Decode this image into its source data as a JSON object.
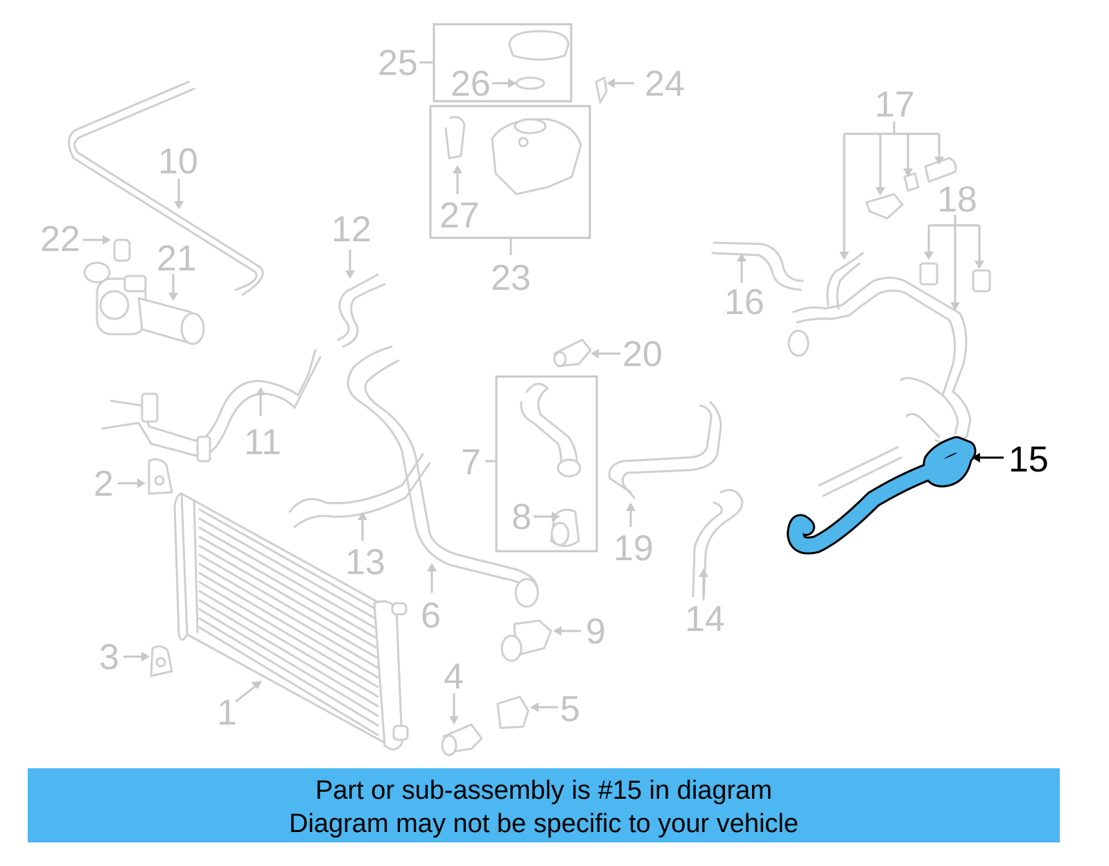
{
  "diagram": {
    "highlight_color": "#4fb6ec",
    "callouts": {
      "c1": "1",
      "c2": "2",
      "c3": "3",
      "c4": "4",
      "c5": "5",
      "c6": "6",
      "c7": "7",
      "c8": "8",
      "c9": "9",
      "c10": "10",
      "c11": "11",
      "c12": "12",
      "c13": "13",
      "c14": "14",
      "c15": "15",
      "c16": "16",
      "c17": "17",
      "c18": "18",
      "c19": "19",
      "c20": "20",
      "c21": "21",
      "c22": "22",
      "c23": "23",
      "c24": "24",
      "c25": "25",
      "c26": "26",
      "c27": "27"
    }
  },
  "banner": {
    "background": "#4cb7f0",
    "line1": "Part or sub-assembly is #15 in diagram",
    "line2": "Diagram may not be specific to your vehicle"
  }
}
